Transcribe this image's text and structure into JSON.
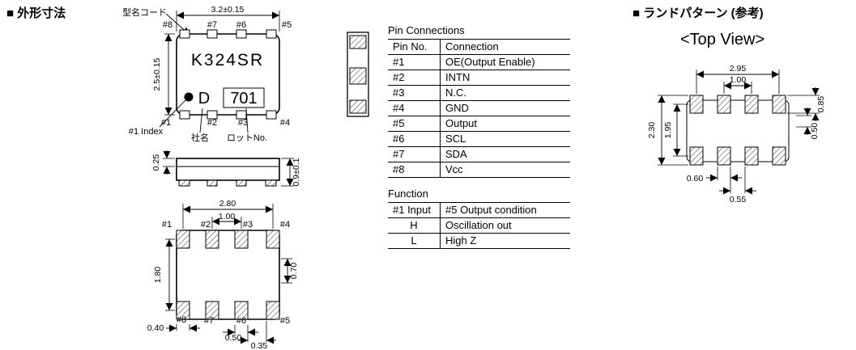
{
  "titles": {
    "outline": "■ 外形寸法",
    "land": "■ ランドパターン (参考)",
    "top_view": "<Top View>"
  },
  "outline": {
    "labels": {
      "model_code": "型名コード",
      "index": "#1 Index",
      "company": "社名",
      "lot": "ロットNo."
    },
    "marking": {
      "line1": "K324SR",
      "company_code": "D",
      "lot_code": "701"
    },
    "top_pins": [
      "#8",
      "#7",
      "#6",
      "#5"
    ],
    "bottom_pins": [
      "#1",
      "#2",
      "#3",
      "#4"
    ],
    "dims": {
      "body_width": "3.2±0.15",
      "body_height": "2.5±0.15",
      "lid": "0.25",
      "total_height": "0.9±0.1"
    }
  },
  "bottom_view": {
    "top_pins": [
      "#1",
      "#2",
      "#3",
      "#4"
    ],
    "bottom_pins": [
      "#8",
      "#7",
      "#6",
      "#5"
    ],
    "dims": {
      "span_x": "2.80",
      "pitch_x": "1.00",
      "span_y": "1.80",
      "pad_len": "0.70",
      "corner_pad": "0.40",
      "pad_w": "0.50",
      "pad_gap": "0.35"
    }
  },
  "land": {
    "dims": {
      "span_x": "2.95",
      "pitch_x": "1.00",
      "span_y_outer": "2.30",
      "span_y_inner": "1.95",
      "pad_len": "0.85",
      "offset_y": "0.50",
      "pad_w": "0.60",
      "pad_gap": "0.55"
    }
  },
  "tables": {
    "pin_connections": {
      "title": "Pin Connections",
      "headers": [
        "Pin No.",
        "Connection"
      ],
      "rows": [
        [
          "#1",
          "OE(Output Enable)"
        ],
        [
          "#2",
          "INTN"
        ],
        [
          "#3",
          "N.C."
        ],
        [
          "#4",
          "GND"
        ],
        [
          "#5",
          "Output"
        ],
        [
          "#6",
          "SCL"
        ],
        [
          "#7",
          "SDA"
        ],
        [
          "#8",
          "Vcc"
        ]
      ]
    },
    "function": {
      "title": "Function",
      "headers": [
        "#1 Input",
        "#5 Output condition"
      ],
      "rows": [
        [
          "H",
          "Oscillation out"
        ],
        [
          "L",
          "High Z"
        ]
      ]
    }
  }
}
